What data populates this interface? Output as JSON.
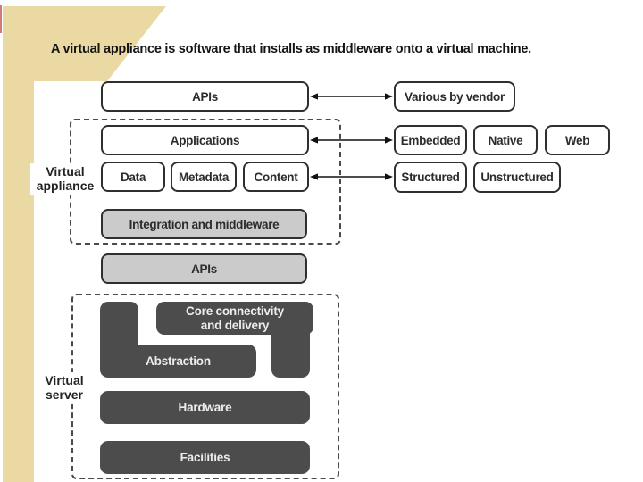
{
  "title": "A virtual appliance is software that installs as middleware onto a virtual machine.",
  "colors": {
    "tan": "#ead9a2",
    "accent": "#cf7a7a",
    "ink": "#2f2f2f",
    "dashed": "#4a4a4a",
    "graybox": "#cbcbcb",
    "darkbox": "#4c4c4c",
    "arrow": "#111111"
  },
  "diagram": {
    "stack": {
      "apis_top": "APIs",
      "applications": "Applications",
      "data": "Data",
      "metadata": "Metadata",
      "content": "Content",
      "integration": "Integration and middleware",
      "apis_mid": "APIs",
      "core_line1": "Core connectivity",
      "core_line2": "and delivery",
      "abstraction": "Abstraction",
      "hardware": "Hardware",
      "facilities": "Facilities"
    },
    "right_column": {
      "various": "Various by vendor",
      "embedded": "Embedded",
      "native": "Native",
      "web": "Web",
      "structured": "Structured",
      "unstructured": "Unstructured"
    },
    "groups": {
      "appliance_line1": "Virtual",
      "appliance_line2": "appliance",
      "server_line1": "Virtual",
      "server_line2": "server"
    }
  }
}
